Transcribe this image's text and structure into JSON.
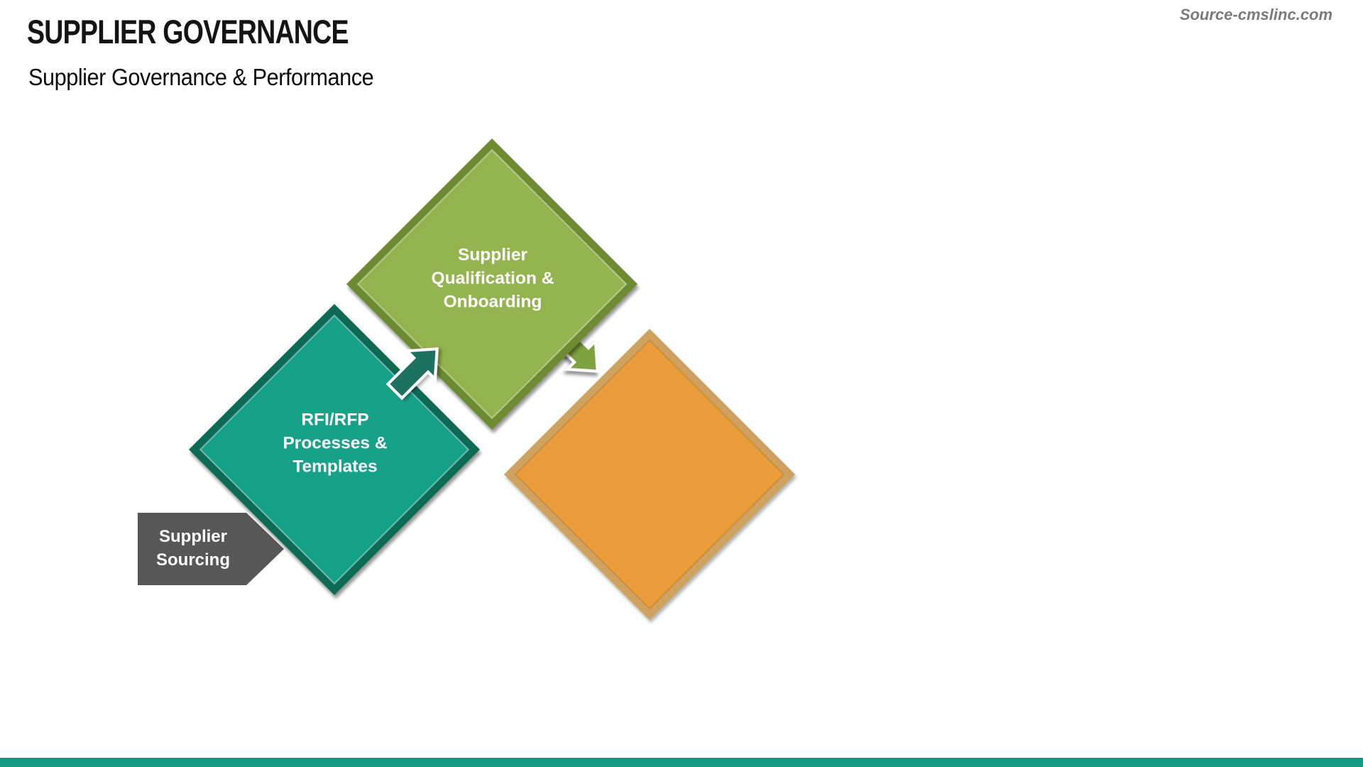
{
  "slide": {
    "title": "SUPPLIER GOVERNANCE",
    "subtitle": "Supplier Governance & Performance",
    "source": "Source-cmslinc.com"
  },
  "diagram": {
    "sourcing_tag": {
      "lines": [
        "Supplier",
        "Sourcing"
      ]
    },
    "rfi_diamond": {
      "lines": [
        "RFI/RFP",
        "Processes &",
        "Templates"
      ]
    },
    "qualification_diamond": {
      "lines": [
        "Supplier",
        "Qualification &",
        "Onboarding"
      ]
    },
    "third_diamond": {
      "label": ""
    }
  },
  "colors": {
    "teal_fill": "#16A189",
    "teal_border": "#116B54",
    "green_fill": "#94B44F",
    "green_border": "#6D8C33",
    "orange_fill": "#EC9D3A",
    "orange_border": "#CFA35F",
    "tag_fill": "#575757",
    "teal_arrow": "#1C7160",
    "green_arrow": "#7BA33D",
    "bottom_bar": "#149A83"
  }
}
